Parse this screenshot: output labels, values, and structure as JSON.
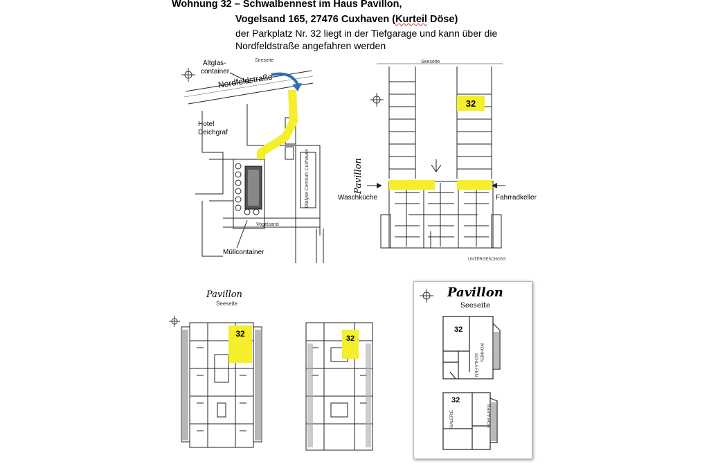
{
  "header": {
    "title": "Wohnung 32 – Schwalbennest im Haus Pavillon,",
    "address_prefix": "Vogelsand 165, 27476 Cuxhaven (",
    "address_underlined": "Kurteil",
    "address_suffix": " Döse)",
    "parking_line1": "der Parkplatz Nr. 32 liegt in der Tiefgarage und kann über die",
    "parking_line2": "Nordfeldstraße angefahren werden"
  },
  "site_map": {
    "labels": {
      "altglas_1": "Altglas-",
      "altglas_2": "container",
      "seeseite": "Seeseite",
      "nordfeldstrasse": "Nordfeldstraße",
      "hotel_1": "Hotel",
      "hotel_2": "Deichgraf",
      "dialyse": "Dialyse Centrum Cuxhaven",
      "vogelsand": "Vogelsand",
      "muellcontainer": "Müllcontainer"
    }
  },
  "garage_plan": {
    "labels": {
      "seeseite": "Seeseite",
      "pavillon": "Pavillon",
      "spot": "32",
      "waschkueche": "Waschküche",
      "fahrradkeller": "Fahrradkeller",
      "untergeschoss": "UNTERGESCHOSS"
    }
  },
  "floor_plan_a": {
    "labels": {
      "pavillon": "Pavillon",
      "seeseite": "Seeseite",
      "unit": "32"
    }
  },
  "floor_plan_b": {
    "labels": {
      "unit": "32"
    }
  },
  "detail_plan": {
    "labels": {
      "pavillon": "Pavillon",
      "seeseite": "Seeseite",
      "unit_upper": "32",
      "unit_lower": "32",
      "wohnen": "WOHNEN",
      "schlafen": "SCHLA-FEN",
      "galerie": "GALERIE"
    }
  },
  "colors": {
    "highlight": "#f4ee2c",
    "ink": "#222222",
    "arrow": "#2f6db4"
  }
}
